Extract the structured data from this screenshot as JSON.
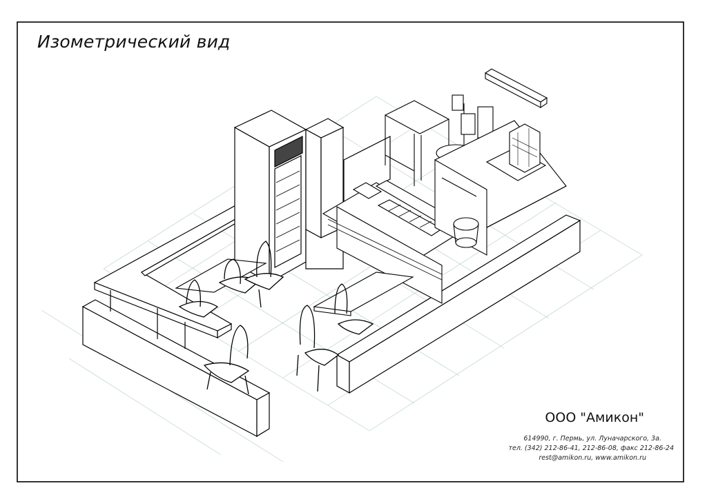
{
  "drawing": {
    "title": "Изометрический вид"
  },
  "title_block": {
    "company": "ООО \"Амикон\"",
    "address": "614990, г. Пермь, ул. Луначарского, 3а.",
    "phones": "тел. (342) 212-86-41, 212-86-08, факс 212-86-24",
    "web": "rest@amikon.ru, www.amikon.ru"
  }
}
